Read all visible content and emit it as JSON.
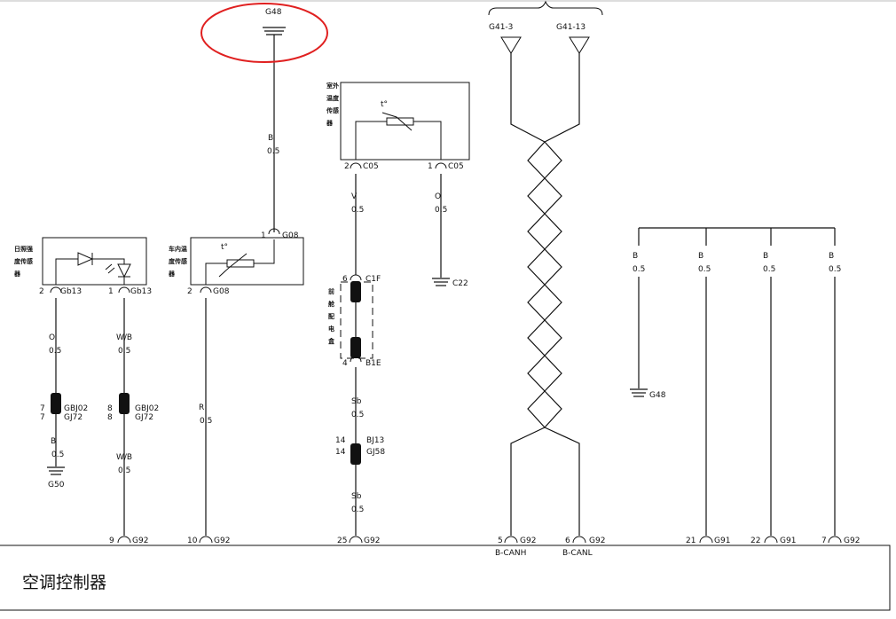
{
  "highlight_color": "#e02020",
  "ground_top": {
    "label": "G48"
  },
  "connectors_top": [
    {
      "label": "G41-3"
    },
    {
      "label": "G41-13"
    }
  ],
  "sensors": {
    "sunlight": {
      "title": [
        "日照强",
        "度传感",
        "器"
      ],
      "pin_left": {
        "num": "2",
        "conn": "Gb13"
      },
      "pin_right": {
        "num": "1",
        "conn": "Gb13"
      }
    },
    "evaporator": {
      "title": [
        "车内温",
        "度传感",
        "器"
      ],
      "pin_top": {
        "num": "1",
        "conn": "G08"
      },
      "pin_left": {
        "num": "2",
        "conn": "G08"
      },
      "symbol": "t°"
    },
    "outdoor": {
      "title": [
        "室外",
        "温度",
        "传感",
        "器"
      ],
      "symbol": "t°",
      "pin_left": {
        "num": "2",
        "conn": "C05"
      },
      "pin_right": {
        "num": "1",
        "conn": "C05"
      }
    }
  },
  "junction_box": {
    "title": [
      "前",
      "舱",
      "配",
      "电",
      "盒"
    ],
    "top": {
      "num": "6",
      "conn": "C1F"
    },
    "bottom": {
      "num": "4",
      "conn": "B1E"
    }
  },
  "wires": {
    "w_b_top": {
      "color": "B",
      "size": "0.5"
    },
    "w_o_sun": {
      "color": "O",
      "size": "0.5"
    },
    "w_wb_sun1": {
      "color": "W/B",
      "size": "0.5"
    },
    "w_b_sun": {
      "color": "B",
      "size": "0.5"
    },
    "w_wb_sun2": {
      "color": "W/B",
      "size": "0.5"
    },
    "w_r": {
      "color": "R",
      "size": "0.5"
    },
    "w_v": {
      "color": "V",
      "size": "0.5"
    },
    "w_o_out": {
      "color": "O",
      "size": "0.5"
    },
    "w_sb1": {
      "color": "Sb",
      "size": "0.5"
    },
    "w_sb2": {
      "color": "Sb",
      "size": "0.5"
    },
    "w_b1": {
      "color": "B",
      "size": "0.5"
    },
    "w_b2": {
      "color": "B",
      "size": "0.5"
    },
    "w_b3": {
      "color": "B",
      "size": "0.5"
    },
    "w_b4": {
      "color": "B",
      "size": "0.5"
    }
  },
  "inline_connectors": {
    "sun_left": {
      "top": "7",
      "top_conn": "GBJ02",
      "bot": "7",
      "bot_conn": "GJ72"
    },
    "sun_right": {
      "top": "8",
      "top_conn": "GBJ02",
      "bot": "8",
      "bot_conn": "GJ72"
    },
    "sb": {
      "top": "14",
      "top_conn": "BJ13",
      "bot": "14",
      "bot_conn": "GJ58"
    }
  },
  "grounds": {
    "g50": "G50",
    "c22": "C22",
    "g48b": "G48"
  },
  "controller_pins": [
    {
      "num": "9",
      "conn": "G92",
      "sig": ""
    },
    {
      "num": "10",
      "conn": "G92",
      "sig": ""
    },
    {
      "num": "25",
      "conn": "G92",
      "sig": ""
    },
    {
      "num": "5",
      "conn": "G92",
      "sig": "B-CANH"
    },
    {
      "num": "6",
      "conn": "G92",
      "sig": "B-CANL"
    },
    {
      "num": "21",
      "conn": "G91",
      "sig": ""
    },
    {
      "num": "22",
      "conn": "G91",
      "sig": ""
    },
    {
      "num": "7",
      "conn": "G92",
      "sig": ""
    }
  ],
  "controller_label": "空调控制器"
}
